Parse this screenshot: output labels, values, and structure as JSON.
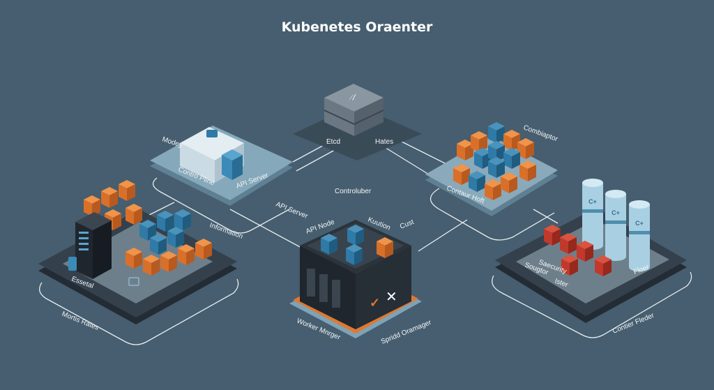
{
  "title": "Kubenetes Oraenter",
  "labels": {
    "modey": "Modey",
    "control_plane": "Contro Pline",
    "api_server_top": "API Server",
    "etcd": "Etcd",
    "hates": "Hates",
    "controluber": "Controluber",
    "api_server_mid": "API Server",
    "api_node": "API Node",
    "kuution": "Kuution",
    "cust": "Cust",
    "information": "Information",
    "essetal": "Essetal",
    "mortis_rates": "Mortis Rates",
    "worker_manager": "Worker Mnrger",
    "spridd_oramager": "Spridd Oramager",
    "combiaptor": "Combiaptor",
    "contaur_hoft": "Contaur Hoft",
    "security": "Saecurity",
    "sougtor": "Sougtor",
    "ister": "Ister",
    "floer": "Floer",
    "contier_fleder": "Contier Fleder",
    "cylinder_glyph": "C+"
  },
  "colors": {
    "background": "#465e6f",
    "orange": "#e0782f",
    "blue": "#2f6f95",
    "red": "#c0392b",
    "platform_light": "#84a7ba",
    "platform_dark": "#2d3843"
  }
}
